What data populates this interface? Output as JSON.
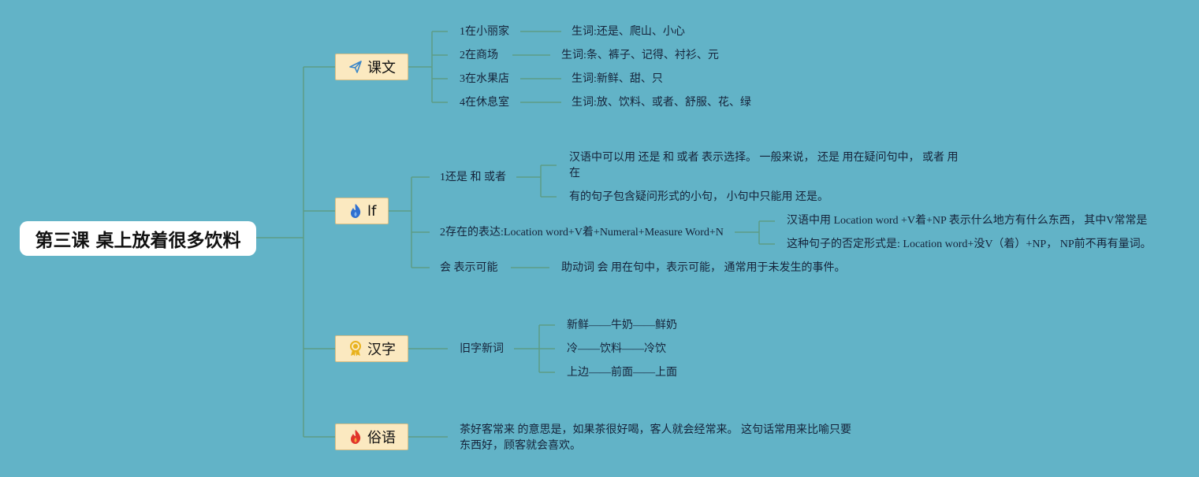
{
  "root": {
    "title": "第三课 桌上放着很多饮料"
  },
  "branches": {
    "kewen": {
      "label": "课文",
      "icon": "paper-plane-icon",
      "items": [
        {
          "label": "1在小丽家",
          "detail": "生词:还是、爬山、小心"
        },
        {
          "label": "2在商场",
          "detail": "生词:条、裤子、记得、衬衫、元"
        },
        {
          "label": "3在水果店",
          "detail": "生词:新鲜、甜、只"
        },
        {
          "label": "4在休息室",
          "detail": "生词:放、饮料、或者、舒服、花、绿"
        }
      ]
    },
    "grammar": {
      "label": "lf",
      "icon": "fire-icon",
      "items": [
        {
          "label": "1还是 和 或者",
          "details": [
            "汉语中可以用 还是 和 或者 表示选择。 一般来说， 还是 用在疑问句中， 或者 用在",
            "有的句子包含疑问形式的小句， 小句中只能用 还是。"
          ]
        },
        {
          "label": "2存在的表达:Location word+V着+Numeral+Measure Word+N",
          "details": [
            "汉语中用 Location word +V着+NP 表示什么地方有什么东西， 其中V常常是",
            "这种句子的否定形式是: Location word+没V（着）+NP， NP前不再有量词。"
          ]
        },
        {
          "label": "会 表示可能",
          "details": [
            "助动词 会 用在句中，表示可能， 通常用于未发生的事件。"
          ]
        }
      ]
    },
    "hanzi": {
      "label": "汉字",
      "icon": "award-ribbon-icon",
      "item": "旧字新词",
      "words": [
        "新鲜——牛奶——鲜奶",
        "冷——饮料——冷饮",
        "上边——前面——上面"
      ]
    },
    "suyu": {
      "label": "俗语",
      "icon": "flame-icon",
      "text": "茶好客常来 的意思是，如果茶很好喝，客人就会经常来。 这句话常用来比喻只要东西好，顾客就会喜欢。"
    }
  },
  "colors": {
    "background": "#62b3c7",
    "connector": "#5d9c86",
    "branch_fill": "#fbe9c0"
  }
}
